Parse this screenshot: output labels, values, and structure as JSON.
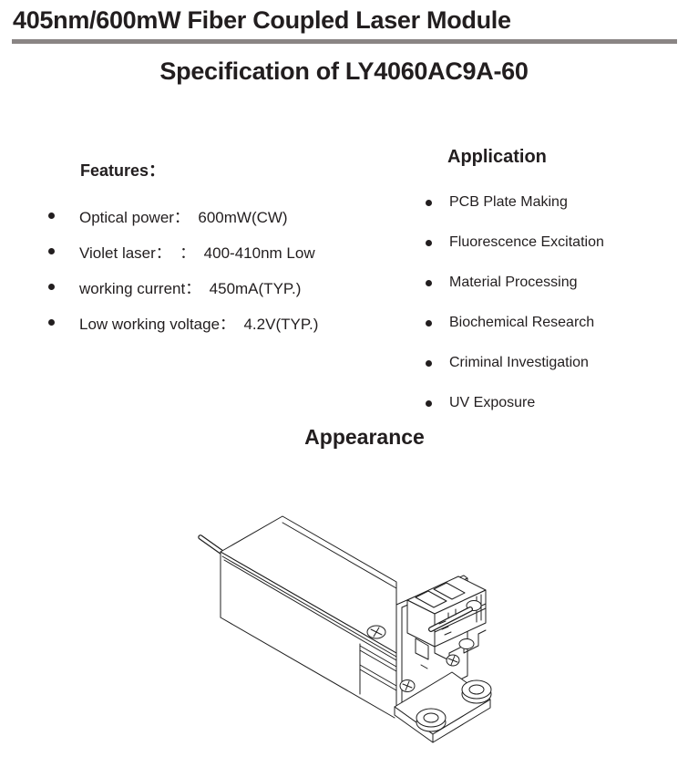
{
  "page": {
    "title": "405nm/600mW Fiber Coupled Laser Module"
  },
  "spec": {
    "heading": "Specification of LY4060AC9A-60"
  },
  "features": {
    "heading": "Features：",
    "items": [
      "Optical power：  600mW(CW)",
      "Violet laser：  ：  400-410nm Low",
      "working current：  450mA(TYP.)",
      "Low working voltage：  4.2V(TYP.)"
    ]
  },
  "application": {
    "heading": "Application",
    "items": [
      "PCB Plate Making",
      "Fluorescence Excitation",
      "Material Processing",
      "Biochemical Research",
      "Criminal Investigation",
      "UV Exposure"
    ]
  },
  "appearance": {
    "heading": "Appearance"
  },
  "colors": {
    "text": "#221e1f",
    "rule_gray": "#8a8584",
    "line": "#1f1f1f",
    "background": "#ffffff"
  }
}
